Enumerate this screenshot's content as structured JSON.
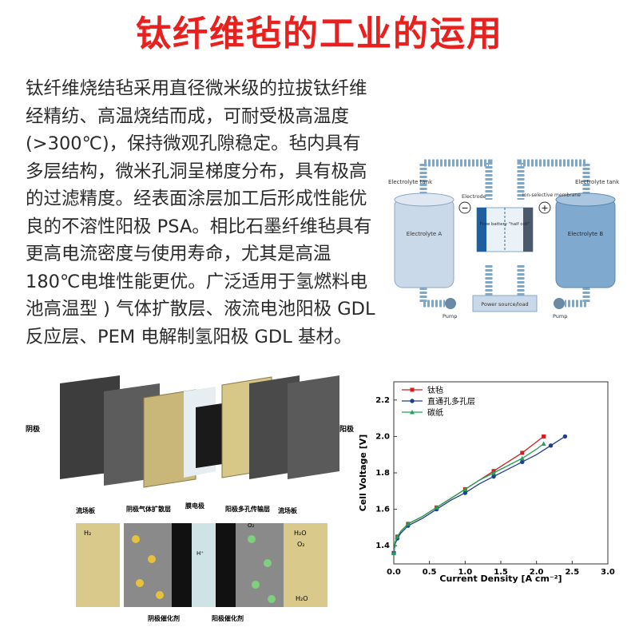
{
  "title": "钛纤维毡的工业的运用",
  "description": "钛纤维烧结毡采用直径微米级的拉拔钛纤维经精纺、高温烧结而成，可耐受极高温度 (>300℃)，保持微观孔隙稳定。毡内具有多层结构，微米孔洞呈梯度分布，具有极高的过滤精度。经表面涂层加工后形成性能优良的不溶性阳极 PSA。相比石墨纤维毡具有更高电流密度与使用寿命，尤其是高温 180℃电堆性能更优。广泛适用于氢燃料电池高温型 ) 气体扩散层、液流电池阳极 GDL 反应层、PEM 电解制氢阳极 GDL 基材。",
  "flow_battery": {
    "electrolyte_tank_left": "Electrolyte tank",
    "electrolyte_tank_right": "Electrolyte tank",
    "electrolyte_a": "Electrolyte A",
    "electrolyte_b": "Electrolyte B",
    "electrode": "Electrode",
    "membrane": "Ion-selective membrane",
    "cell": "Flow battery \"half cell\"",
    "minus": "−",
    "plus": "+",
    "pump_left": "Pump",
    "pump_right": "Pump",
    "power": "Power source/load"
  },
  "fuel_cell": {
    "cathode_side": "阴极",
    "anode_side": "阳极",
    "flow_field_left": "流场板",
    "cathode_gdl": "阴极气体扩散层",
    "mea": "膜电极",
    "anode_ptl": "阳极多孔传输层",
    "flow_field_right": "流场板",
    "cathode_catalyst": "阴极催化剂",
    "anode_catalyst": "阳极催化剂",
    "h2": "H₂",
    "h2o_top": "H₂O",
    "o2": "O₂",
    "h2o_bottom": "H₂O",
    "h_plus": "H⁺",
    "o_label": "O₂"
  },
  "chart_data": {
    "type": "line",
    "xlabel": "Current Density [A cm⁻²]",
    "ylabel": "Cell Voltage [V]",
    "xlim": [
      0,
      3.0
    ],
    "ylim": [
      1.3,
      2.3
    ],
    "xticks": [
      "0.0",
      "0.5",
      "1.0",
      "1.5",
      "2.0",
      "2.5",
      "3.0"
    ],
    "yticks": [
      "1.4",
      "1.6",
      "1.8",
      "2.0",
      "2.2"
    ],
    "legend_position": "top-left",
    "grid": false,
    "series": [
      {
        "name": "钛毡",
        "color": "#d11f1f",
        "marker": "square",
        "x": [
          0,
          0.02,
          0.05,
          0.1,
          0.2,
          0.4,
          0.6,
          0.8,
          1.0,
          1.2,
          1.4,
          1.6,
          1.8,
          2.0,
          2.1
        ],
        "y": [
          1.36,
          1.42,
          1.45,
          1.48,
          1.52,
          1.56,
          1.61,
          1.66,
          1.71,
          1.76,
          1.81,
          1.86,
          1.91,
          1.97,
          2.0
        ]
      },
      {
        "name": "直通孔多孔层",
        "color": "#1f3f8f",
        "marker": "circle",
        "x": [
          0,
          0.02,
          0.05,
          0.1,
          0.2,
          0.4,
          0.6,
          0.8,
          1.0,
          1.2,
          1.4,
          1.6,
          1.8,
          2.0,
          2.2,
          2.4
        ],
        "y": [
          1.36,
          1.41,
          1.44,
          1.47,
          1.51,
          1.55,
          1.6,
          1.65,
          1.69,
          1.74,
          1.78,
          1.82,
          1.86,
          1.9,
          1.95,
          2.0
        ]
      },
      {
        "name": "碳纸",
        "color": "#22a055",
        "marker": "triangle",
        "x": [
          0,
          0.02,
          0.05,
          0.1,
          0.2,
          0.4,
          0.6,
          0.8,
          1.0,
          1.2,
          1.4,
          1.6,
          1.8,
          2.0,
          2.1
        ],
        "y": [
          1.36,
          1.42,
          1.45,
          1.48,
          1.52,
          1.56,
          1.61,
          1.66,
          1.71,
          1.76,
          1.8,
          1.84,
          1.88,
          1.93,
          1.96
        ]
      }
    ]
  }
}
